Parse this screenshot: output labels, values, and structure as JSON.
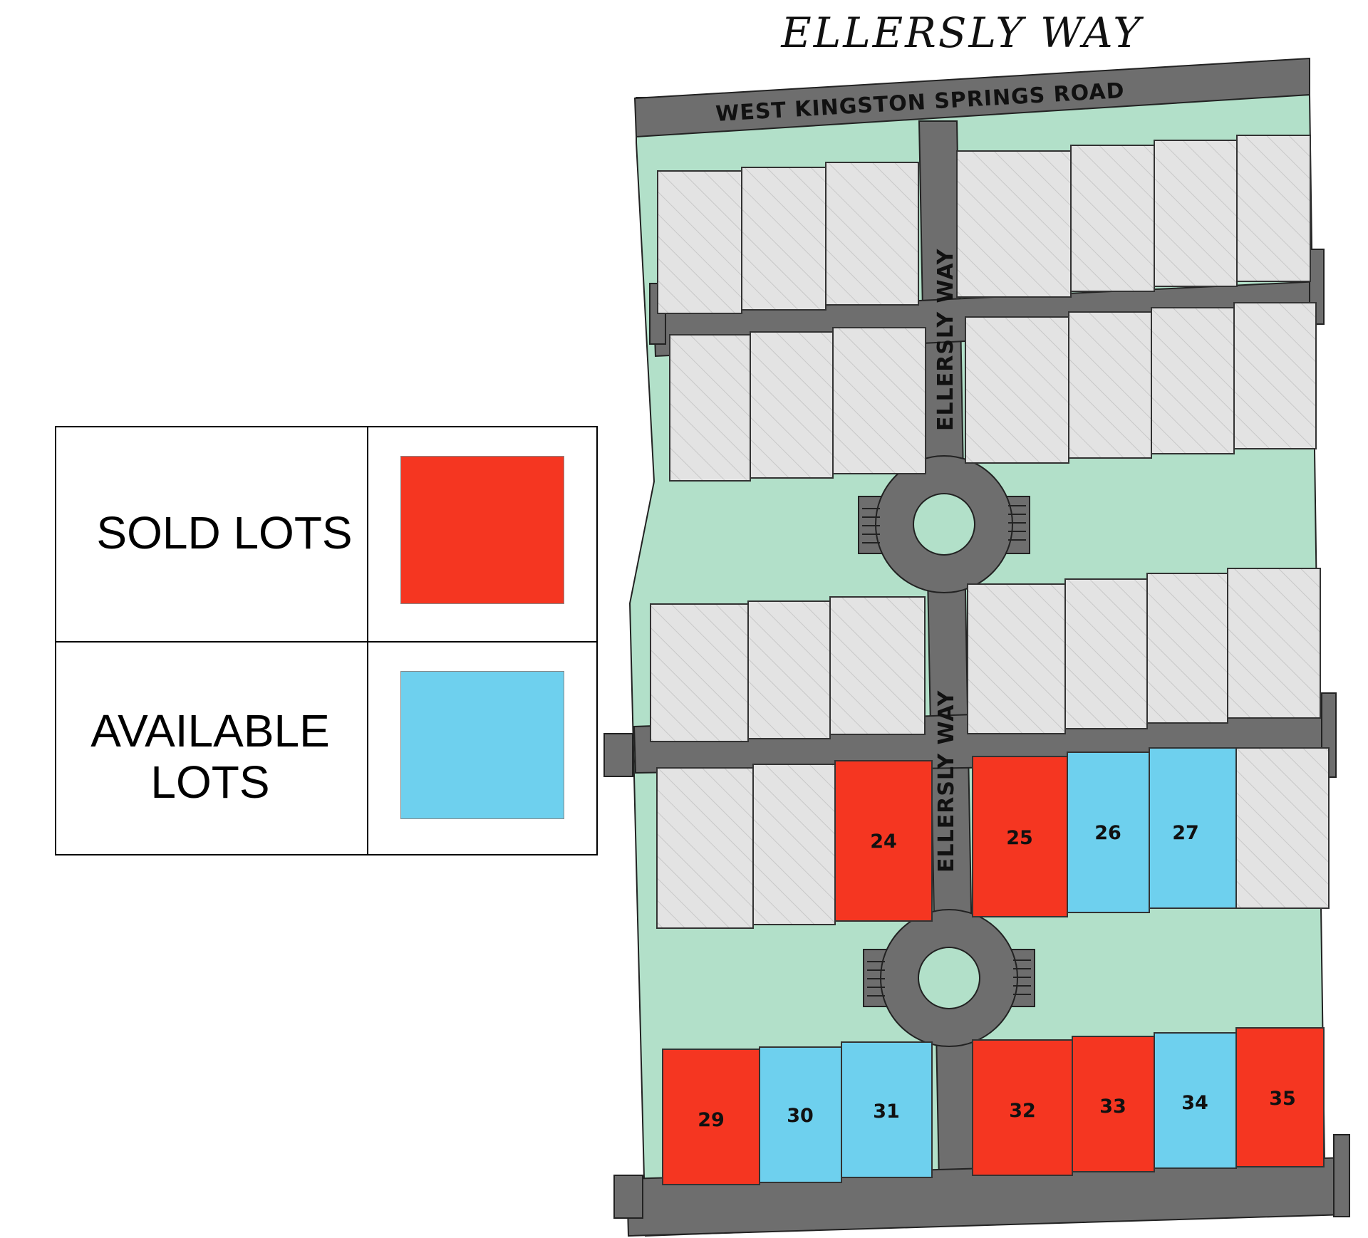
{
  "title": "ELLERSLY WAY",
  "road_labels": {
    "top_road": "WEST KINGSTON SPRINGS ROAD",
    "main_street_upper": "ELLERSLY WAY",
    "main_street_lower": "ELLERSLY WAY"
  },
  "legend": {
    "sold_label": "SOLD LOTS",
    "available_label_line1": "AVAILABLE",
    "available_label_line2": "LOTS"
  },
  "colors": {
    "sold": "#f53621",
    "available": "#6ed0ee",
    "unlisted": "#e3e3e3",
    "green_space": "#b2e0c9",
    "road": "#6e6e6e"
  },
  "lots": [
    {
      "number": "24",
      "status": "sold"
    },
    {
      "number": "25",
      "status": "sold"
    },
    {
      "number": "26",
      "status": "available"
    },
    {
      "number": "27",
      "status": "available"
    },
    {
      "number": "29",
      "status": "sold"
    },
    {
      "number": "30",
      "status": "available"
    },
    {
      "number": "31",
      "status": "available"
    },
    {
      "number": "32",
      "status": "sold"
    },
    {
      "number": "33",
      "status": "sold"
    },
    {
      "number": "34",
      "status": "available"
    },
    {
      "number": "35",
      "status": "sold"
    }
  ]
}
